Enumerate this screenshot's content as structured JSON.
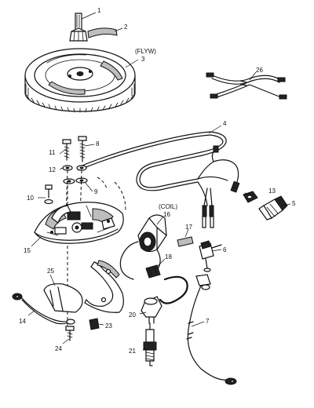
{
  "callouts": {
    "c1": "1",
    "c2": "2",
    "flyw": "(FLYW)",
    "c3": "3",
    "c4": "4",
    "c5": "5",
    "c6": "6",
    "c7": "7",
    "c8": "8",
    "c9": "9",
    "c10": "10",
    "c11": "11",
    "c12": "12",
    "c13": "13",
    "c14": "14",
    "c15": "15",
    "coil": "(COIL)",
    "c16": "16",
    "c17": "17",
    "c18": "18",
    "c20": "20",
    "c21": "21",
    "c23": "23",
    "c24": "24",
    "c25": "25",
    "c26": "26"
  }
}
